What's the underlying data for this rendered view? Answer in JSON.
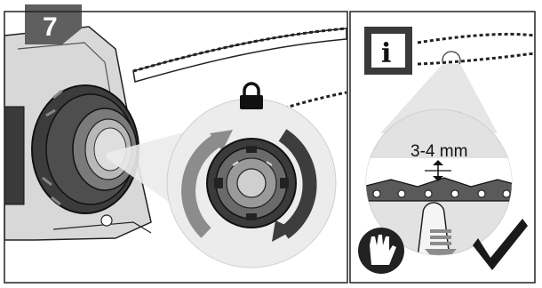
{
  "figure": {
    "step_number": "7",
    "info_symbol": "i",
    "chain_tension_gap": "3-4 mm"
  },
  "icons": {
    "lock": "padlock-icon",
    "tighten_arrows": "rotation-arrows-icon",
    "gloves": "protective-gloves-icon",
    "pull_down": "down-arrow-icon",
    "ok": "checkmark-icon"
  },
  "colors": {
    "step_badge": "#5f5f5f",
    "panel_border": "#222222",
    "gray_arrow": "#8c8c8c",
    "dark_arrow": "#3d3d3d",
    "ring_fill": "#e4e4e4"
  }
}
